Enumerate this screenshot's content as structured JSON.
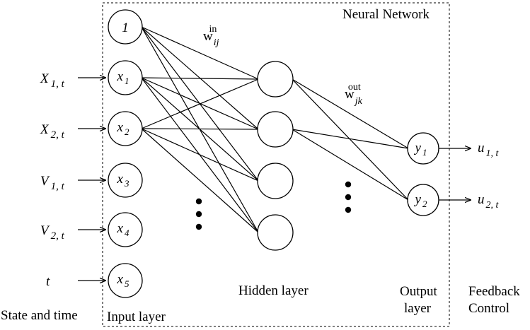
{
  "title": "Neural Network",
  "inputs": [
    {
      "sym": "X",
      "sub": "1, t",
      "node_text": "x",
      "node_sub": "1"
    },
    {
      "sym": "X",
      "sub": "2, t",
      "node_text": "x",
      "node_sub": "2"
    },
    {
      "sym": "V",
      "sub": "1, t",
      "node_text": "x",
      "node_sub": "3"
    },
    {
      "sym": "V",
      "sub": "2, t",
      "node_text": "x",
      "node_sub": "4"
    },
    {
      "sym": "t",
      "sub": "",
      "node_text": "x",
      "node_sub": "5"
    }
  ],
  "bias_node": "1",
  "outputs": [
    {
      "node_text": "y",
      "node_sub": "1",
      "sym": "u",
      "sub": "1, t"
    },
    {
      "node_text": "y",
      "node_sub": "2",
      "sym": "u",
      "sub": "2, t"
    }
  ],
  "weights": {
    "in": {
      "base": "w",
      "sub": "ij",
      "sup": "in"
    },
    "out": {
      "base": "w",
      "sub": "jk",
      "sup": "out"
    }
  },
  "labels": {
    "state_time": "State and time",
    "input_layer": "Input layer",
    "hidden_layer": "Hidden layer",
    "output_layer_1": "Output",
    "output_layer_2": "layer",
    "feedback_1": "Feedback",
    "feedback_2": "Control"
  }
}
